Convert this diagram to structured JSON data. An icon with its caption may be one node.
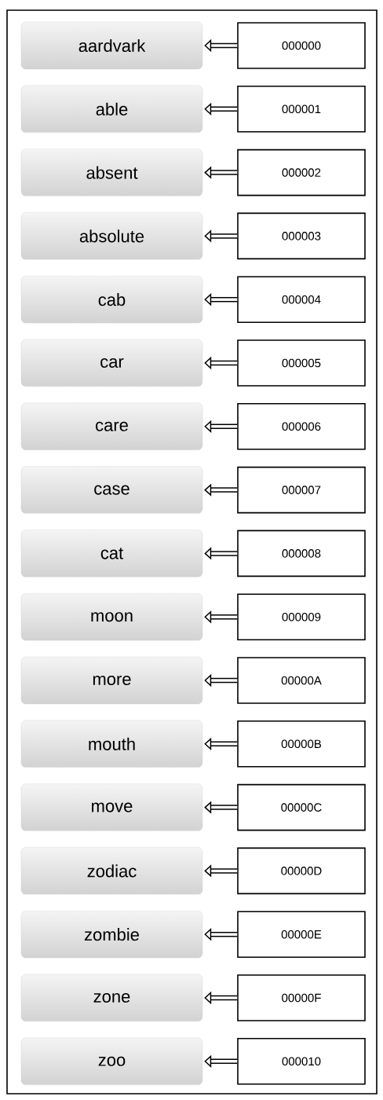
{
  "diagram": {
    "nodes": [
      {
        "text": [],
        "shape": "box"
      },
      {
        "text": [
          "aardvark"
        ],
        "in": 0
      },
      {
        "text": [
          "000000"
        ],
        "in": 0
      },
      {
        "text": [
          "able"
        ],
        "in": 0
      },
      {
        "text": [
          "000001"
        ],
        "in": 0
      },
      {
        "text": [
          "absent"
        ],
        "in": 0
      },
      {
        "text": [
          "000002"
        ],
        "in": 0
      },
      {
        "text": [
          "absolute"
        ],
        "in": 0
      },
      {
        "text": [
          "000003"
        ],
        "in": 0
      },
      {
        "text": [
          "cab"
        ],
        "in": 0
      },
      {
        "text": [
          "000004"
        ],
        "in": 0
      },
      {
        "text": [
          "car"
        ],
        "in": 0
      },
      {
        "text": [
          "000005"
        ],
        "in": 0
      },
      {
        "text": [
          "care"
        ],
        "in": 0
      },
      {
        "text": [
          "000006"
        ],
        "in": 0
      },
      {
        "text": [
          "case"
        ],
        "in": 0
      },
      {
        "text": [
          "000007"
        ],
        "in": 0
      },
      {
        "text": [
          "cat"
        ],
        "in": 0
      },
      {
        "text": [
          "000008"
        ],
        "in": 0
      },
      {
        "text": [
          "moon"
        ],
        "in": 0
      },
      {
        "text": [
          "000009"
        ],
        "in": 0
      },
      {
        "text": [
          "more"
        ],
        "in": 0
      },
      {
        "text": [
          "00000A"
        ],
        "in": 0
      },
      {
        "text": [
          "mouth"
        ],
        "in": 0
      },
      {
        "text": [
          "00000B"
        ],
        "in": 0
      },
      {
        "text": [
          "move"
        ],
        "in": 0
      },
      {
        "text": [
          "00000C"
        ],
        "in": 0
      },
      {
        "text": [
          "zodiac"
        ],
        "in": 0
      },
      {
        "text": [
          "00000D"
        ],
        "in": 0
      },
      {
        "text": [
          "zombie"
        ],
        "in": 0
      },
      {
        "text": [
          "00000E"
        ],
        "in": 0
      },
      {
        "text": [
          "zone"
        ],
        "in": 0
      },
      {
        "text": [
          "00000F"
        ],
        "in": 0
      },
      {
        "text": [
          "zoo"
        ],
        "in": 0
      },
      {
        "text": [
          "000010"
        ],
        "in": 0
      }
    ],
    "edges": [
      {
        "from": 2,
        "to": 1,
        "arrow": "to"
      },
      {
        "from": 4,
        "to": 3,
        "arrow": "to"
      },
      {
        "from": 6,
        "to": 5,
        "arrow": "to"
      },
      {
        "from": 8,
        "to": 7,
        "arrow": "to"
      },
      {
        "from": 10,
        "to": 9,
        "arrow": "to"
      },
      {
        "from": 12,
        "to": 11,
        "arrow": "to"
      },
      {
        "from": 14,
        "to": 13,
        "arrow": "to"
      },
      {
        "from": 16,
        "to": 15,
        "arrow": "to"
      },
      {
        "from": 18,
        "to": 17,
        "arrow": "to"
      },
      {
        "from": 20,
        "to": 19,
        "arrow": "to"
      },
      {
        "from": 22,
        "to": 21,
        "arrow": "to"
      },
      {
        "from": 24,
        "to": 23,
        "arrow": "to"
      },
      {
        "from": 26,
        "to": 25,
        "arrow": "to"
      },
      {
        "from": 28,
        "to": 27,
        "arrow": "to"
      },
      {
        "from": 30,
        "to": 29,
        "arrow": "to"
      },
      {
        "from": 32,
        "to": 31,
        "arrow": "to"
      },
      {
        "from": 34,
        "to": 33,
        "arrow": "to"
      }
    ]
  }
}
